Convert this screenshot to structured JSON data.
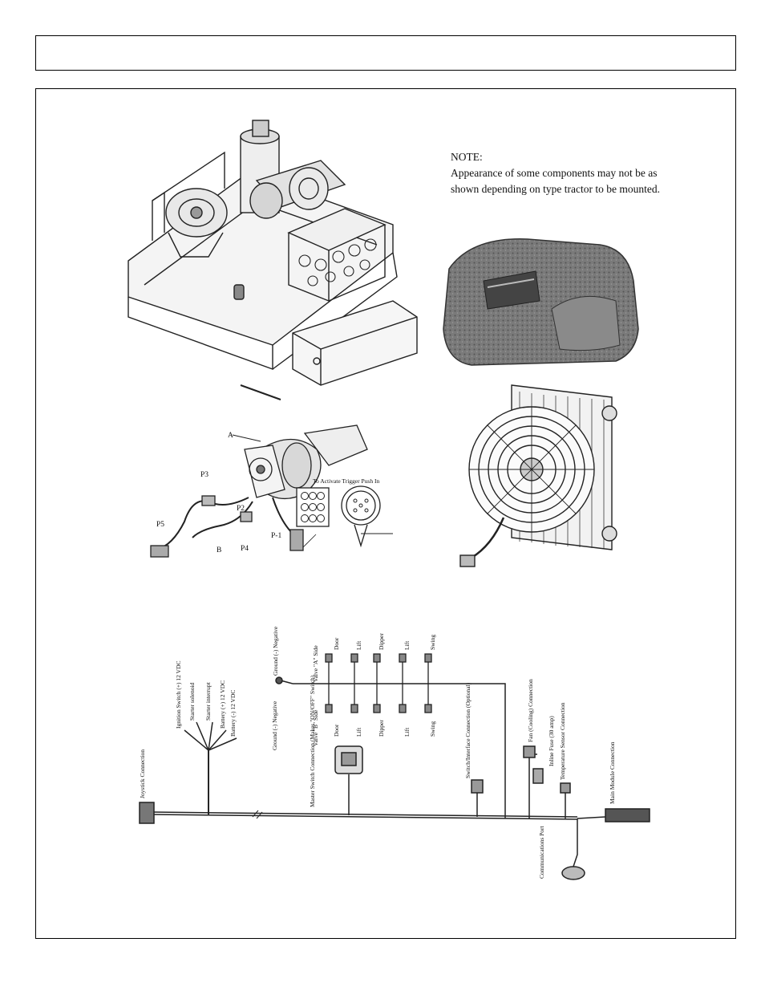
{
  "header": {
    "title": ""
  },
  "note": {
    "title": "NOTE:",
    "text": "Appearance of some components may not be as shown depending on type tractor to be mounted."
  },
  "joystick_diagram": {
    "labels": {
      "a": "A",
      "b": "B",
      "p1": "P-1",
      "p2": "P2",
      "p3": "P3",
      "p4": "P4",
      "p5": "P5"
    },
    "trigger_note": "To Activate Trigger Push In"
  },
  "wiring": {
    "joystick_connection": "Joystick Connection",
    "ignition": "Ignition Switch (+) 12 VDC",
    "starter_solenoid": "Starter solenoid",
    "starter_interrupt": "Starter interrupt",
    "battery_pos": "Battery (+) 12 VDC",
    "battery_neg": "Battery (-) 12 VDC",
    "ground_negative_left": "Ground (-) Negative",
    "ground_negative_top": "Ground (-) Negative",
    "master_switch": "Master Switch Connection (Makes \"ON/OFF\" Switch)",
    "valve_a_side": "Valve \"A\" Side",
    "valve_b_side": "Valve \"B\" Side",
    "top_valves": [
      "Door",
      "Lift",
      "Dipper",
      "Lift",
      "Swing"
    ],
    "bottom_valves": [
      "Door",
      "Lift",
      "Dipper",
      "Lift",
      "Swing"
    ],
    "switch_in": "Switch/Interface Connection (Optional)",
    "fan_control": "Fan (Cooling) Connection",
    "inline_fuse": "Inline Fuse (30 amp)",
    "temp_sensor": "Temperature Sensor Connection",
    "main_module": "Main Module Connection",
    "comm_port": "Communications Port"
  }
}
